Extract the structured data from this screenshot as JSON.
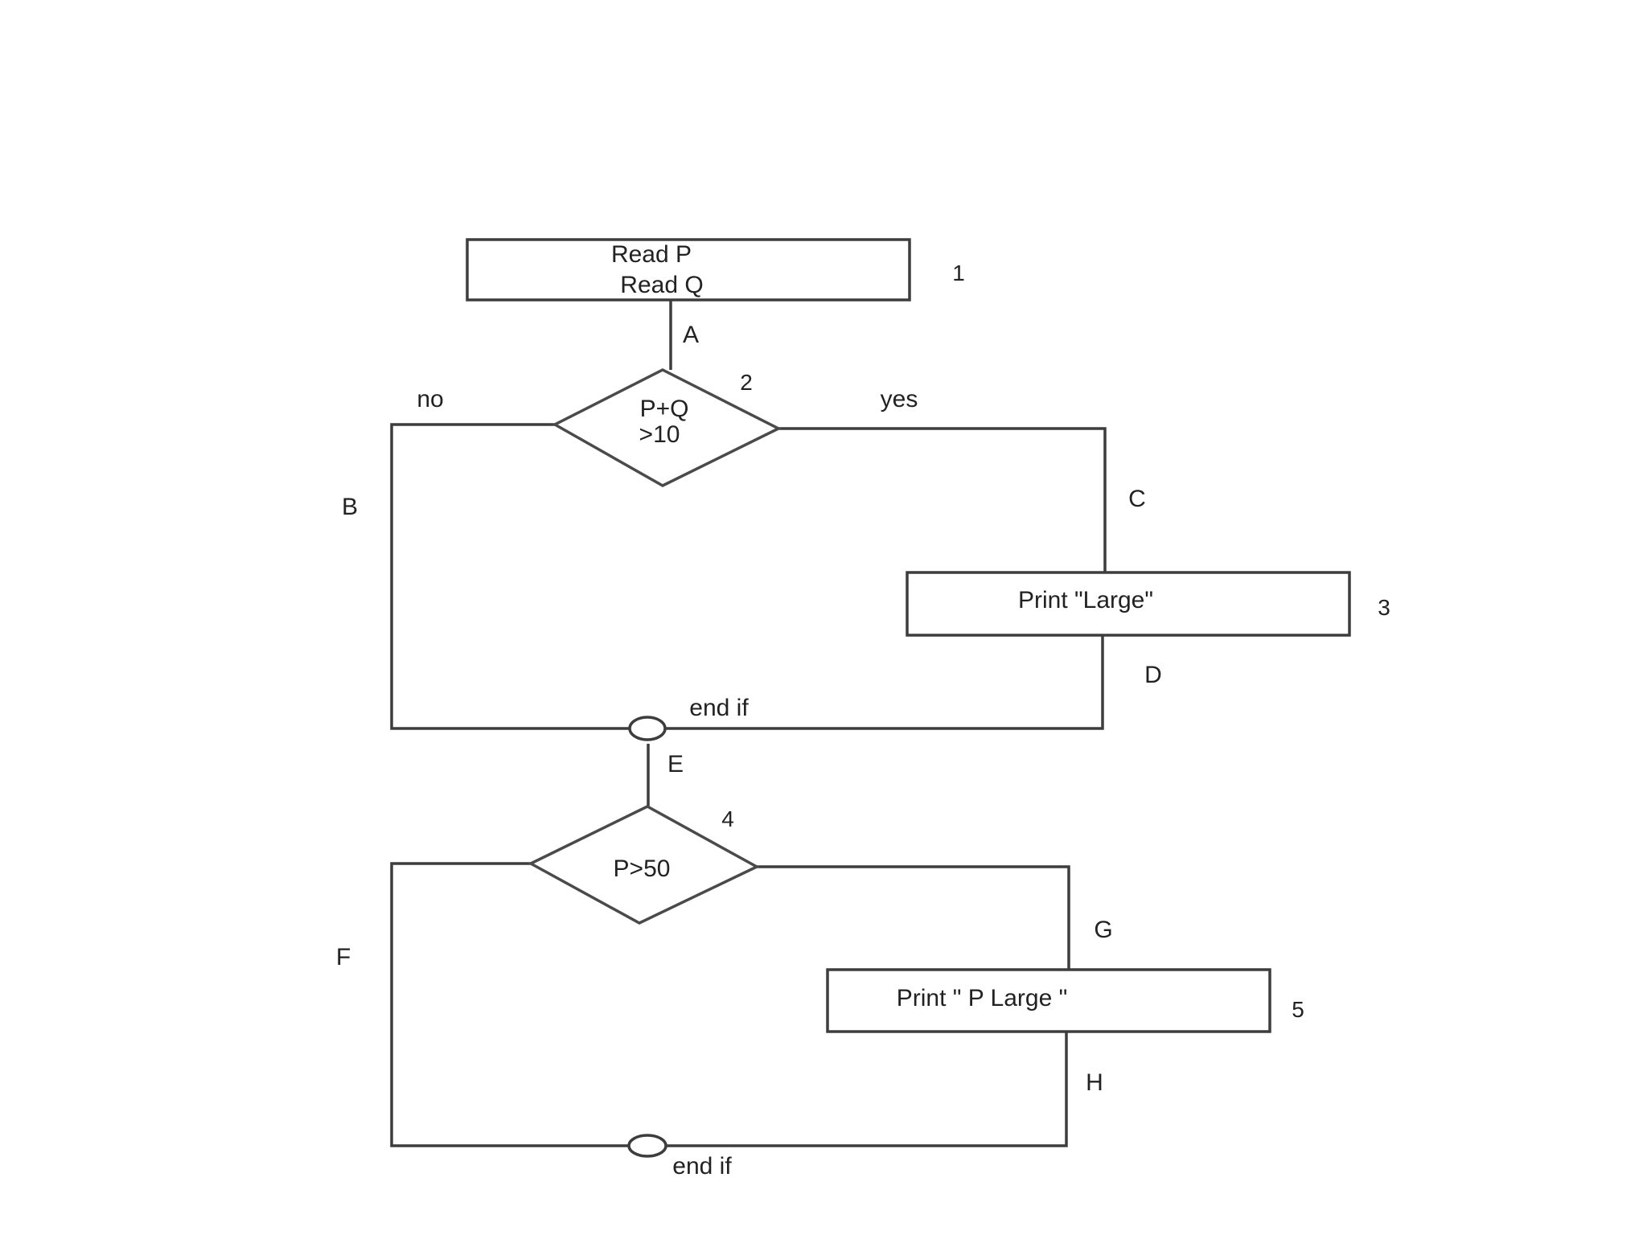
{
  "diagram": {
    "nodes": {
      "n1": {
        "lines": [
          "Read P",
          "Read Q"
        ],
        "number": "1"
      },
      "n2": {
        "lines": [
          "P+Q",
          ">10"
        ],
        "number": "2"
      },
      "n3": {
        "lines": [
          "Print \"Large\""
        ],
        "number": "3"
      },
      "n4": {
        "lines": [
          "P>50"
        ],
        "number": "4"
      },
      "n5": {
        "lines": [
          "Print \" P Large \""
        ],
        "number": "5"
      },
      "j1": {
        "label": "end if"
      },
      "j2": {
        "label": "end if"
      }
    },
    "branch_labels": {
      "no": "no",
      "yes": "yes"
    },
    "edges": {
      "A": "A",
      "B": "B",
      "C": "C",
      "D": "D",
      "E": "E",
      "F": "F",
      "G": "G",
      "H": "H"
    }
  }
}
